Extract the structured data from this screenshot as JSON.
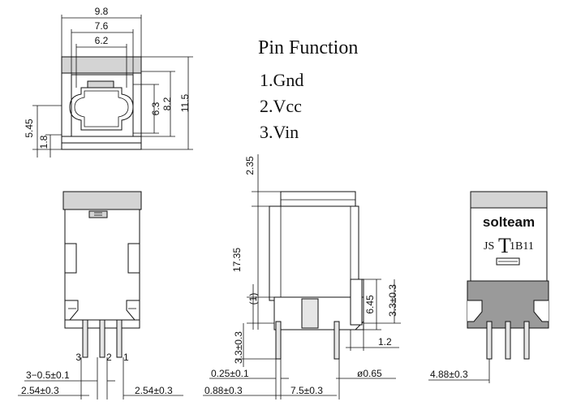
{
  "pin_function": {
    "title": "Pin Function",
    "pins": [
      "1.Gnd",
      "2.Vcc",
      "3.Vin"
    ]
  },
  "top_view": {
    "dims": {
      "w98": "9.8",
      "w76": "7.6",
      "w62": "6.2",
      "h63": "6.3",
      "h82": "8.2",
      "h115": "11.5",
      "h545": "5.45",
      "h18": "1.8"
    }
  },
  "front_view": {
    "pin_numbers": [
      "3",
      "2",
      "1"
    ],
    "dims": {
      "pin_width": "3−0.5±0.1",
      "pitch_left": "2.54±0.3",
      "pitch_right": "2.54±0.3"
    }
  },
  "side_view": {
    "dims": {
      "h235": "2.35",
      "h1735": "17.35",
      "h1": "(1)",
      "h33a": "3.3±0.3",
      "h645": "6.45",
      "h33b": "3.3±0.3",
      "w12": "1.2",
      "t025": "0.25±0.1",
      "w088": "0.88±0.3",
      "w75": "7.5±0.3",
      "dia": "ø0.65"
    }
  },
  "back_view": {
    "brand": "solteam",
    "part_prefix": "JS",
    "part_mark": "T",
    "part_suffix": "1B11",
    "dims": {
      "w488": "4.88±0.3"
    }
  }
}
